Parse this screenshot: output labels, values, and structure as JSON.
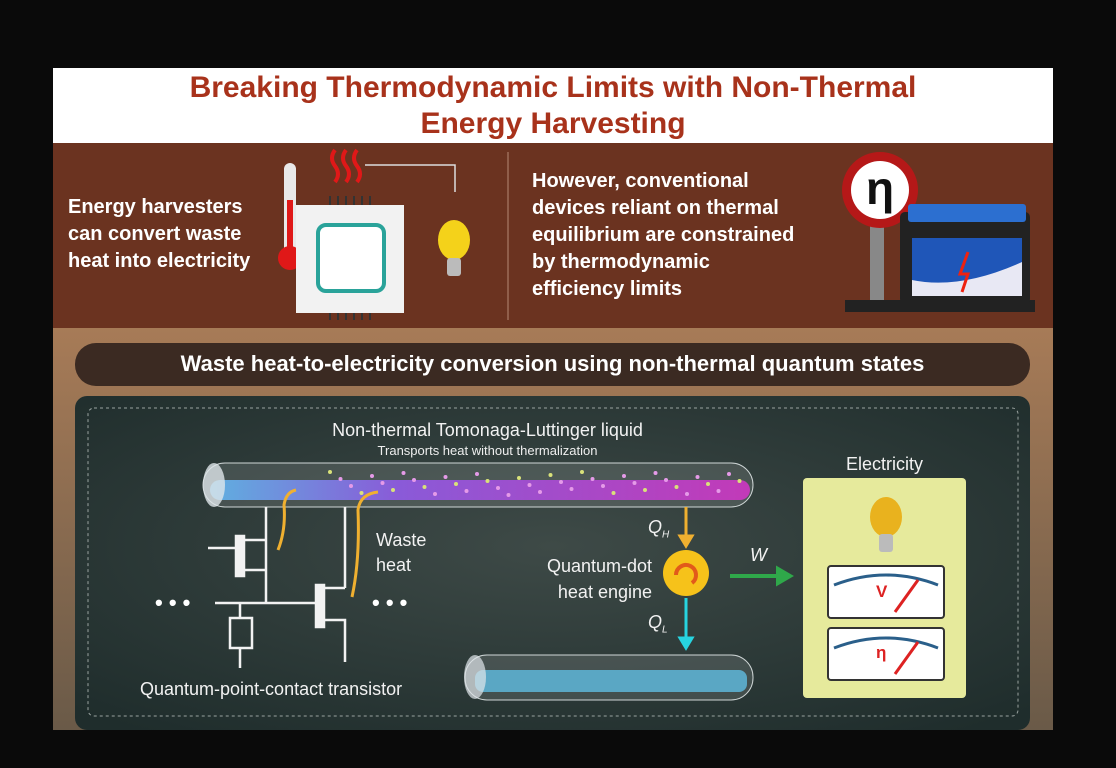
{
  "title": {
    "line1": "Breaking Thermodynamic Limits with Non-Thermal",
    "line2": "Energy Harvesting"
  },
  "top_left_text": [
    "Energy harvesters",
    "can convert waste",
    "heat into electricity"
  ],
  "top_right_text": [
    "However, conventional",
    "devices reliant on thermal",
    "equilibrium are constrained",
    "by thermodynamic",
    "efficiency limits"
  ],
  "efficiency_symbol": "η",
  "section_heading": "Waste heat-to-electricity conversion using non-thermal quantum states",
  "diagram": {
    "liquid_title": "Non-thermal Tomonaga-Luttinger liquid",
    "liquid_subtitle": "Transports heat without thermalization",
    "waste_heat": [
      "Waste",
      "heat"
    ],
    "engine_label": [
      "Quantum-dot",
      "heat engine"
    ],
    "q_high": "Q",
    "q_high_sub": "H",
    "q_low": "Q",
    "q_low_sub": "L",
    "work": "W",
    "electricity": "Electricity",
    "meter_v": "V",
    "meter_eta": "η",
    "transistor_label": "Quantum-point-contact transistor",
    "ellipsis": "• • •"
  },
  "colors": {
    "title": "#a8321b",
    "brown_band": "#6b3320",
    "panel": "#26332f",
    "electricity_box": "#e6ea9c"
  }
}
